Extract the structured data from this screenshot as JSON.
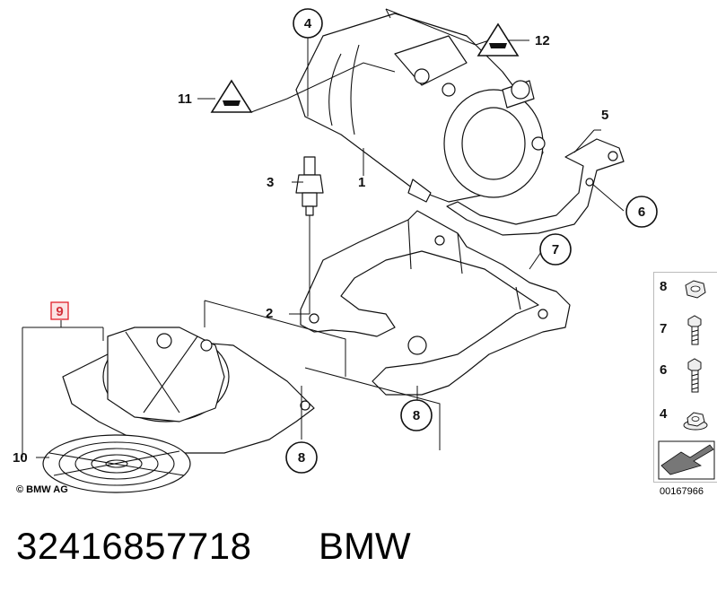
{
  "callouts": {
    "c1": "1",
    "c2": "2",
    "c3": "3",
    "c4": "4",
    "c5": "5",
    "c6": "6",
    "c7": "7",
    "c8a": "8",
    "c8b": "8",
    "c9": "9",
    "c10": "10",
    "c11": "11",
    "c12": "12"
  },
  "side_panel": {
    "items": [
      {
        "label": "8"
      },
      {
        "label": "7"
      },
      {
        "label": "6"
      },
      {
        "label": "4"
      }
    ]
  },
  "copyright": "© BMW AG",
  "catalog_number": "00167966",
  "part_number": "32416857718",
  "brand": "BMW",
  "colors": {
    "highlight": "#e0202a",
    "line": "#111111"
  }
}
